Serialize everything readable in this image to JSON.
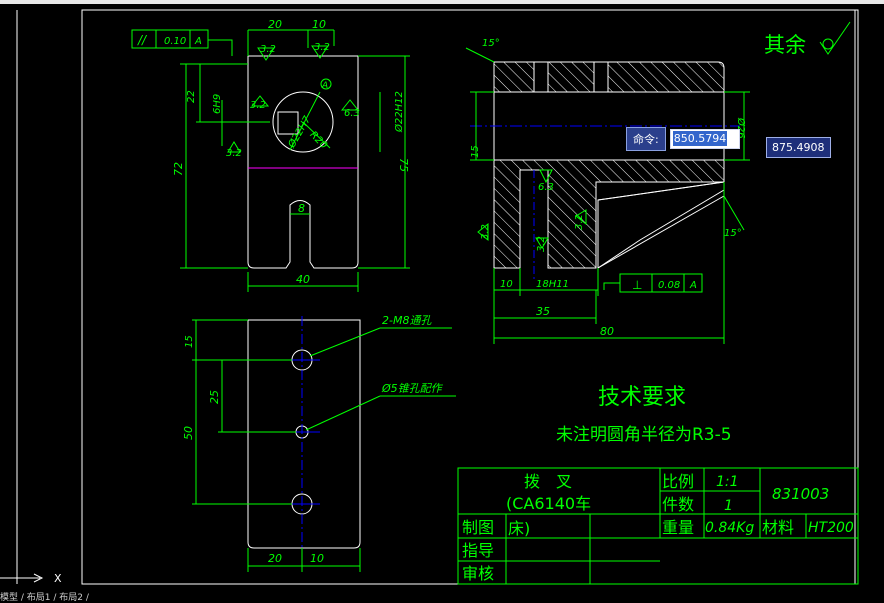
{
  "cad": {
    "command_label": "命令:",
    "command_value": "850.5794",
    "coord_readout": "875.4908",
    "surface_note": "其余",
    "tech_title": "技术要求",
    "tech_text": "未注明圆角半径为R3-5",
    "status_text": "模型 / 布局1 / 布局2 /",
    "ucs_label": "X"
  },
  "title_block": {
    "part_name": "拨　叉",
    "part_model_1": "(CA6140车",
    "part_model_2": "床)",
    "scale_label": "比例",
    "scale_value": "1:1",
    "count_label": "件数",
    "count_value": "1",
    "drawing_number": "831003",
    "weight_label": "重量",
    "weight_value": "0.84Kg",
    "material_label": "材料",
    "material_value": "HT200",
    "drawn_label": "制图",
    "guided_label": "指导",
    "checked_label": "审核"
  },
  "dims": {
    "top_20": "20",
    "top_10": "10",
    "tol_parallel": "0.10",
    "tol_ref_a": "A",
    "r32a": "3.2",
    "r32b": "3.2",
    "r32c": "3.2",
    "r32d": "3.2",
    "r63a": "6.3",
    "d22": "22",
    "d6h9": "6H9",
    "d72": "72",
    "d75": "75",
    "d22h12": "Ø22H12",
    "d22h7": "Ø22H7",
    "r20": "R20",
    "d8": "8",
    "d40": "40",
    "circle_a": "A",
    "d15": "15",
    "d25": "25",
    "d50": "50",
    "m8": "2-M8通孔",
    "pin": "Ø5锥孔配作",
    "b20": "20",
    "b10": "10",
    "angle15a": "15°",
    "angle15b": "15°",
    "d26": "Ø26",
    "s15": "15",
    "s63": "6.3",
    "s32a": "3.2",
    "s32b": "3.2",
    "s32c": "3.2",
    "s10": "10",
    "s18h11": "18H11",
    "tol_perp": "0.08",
    "tol_perp_a": "A",
    "s35": "35",
    "s80": "80"
  }
}
